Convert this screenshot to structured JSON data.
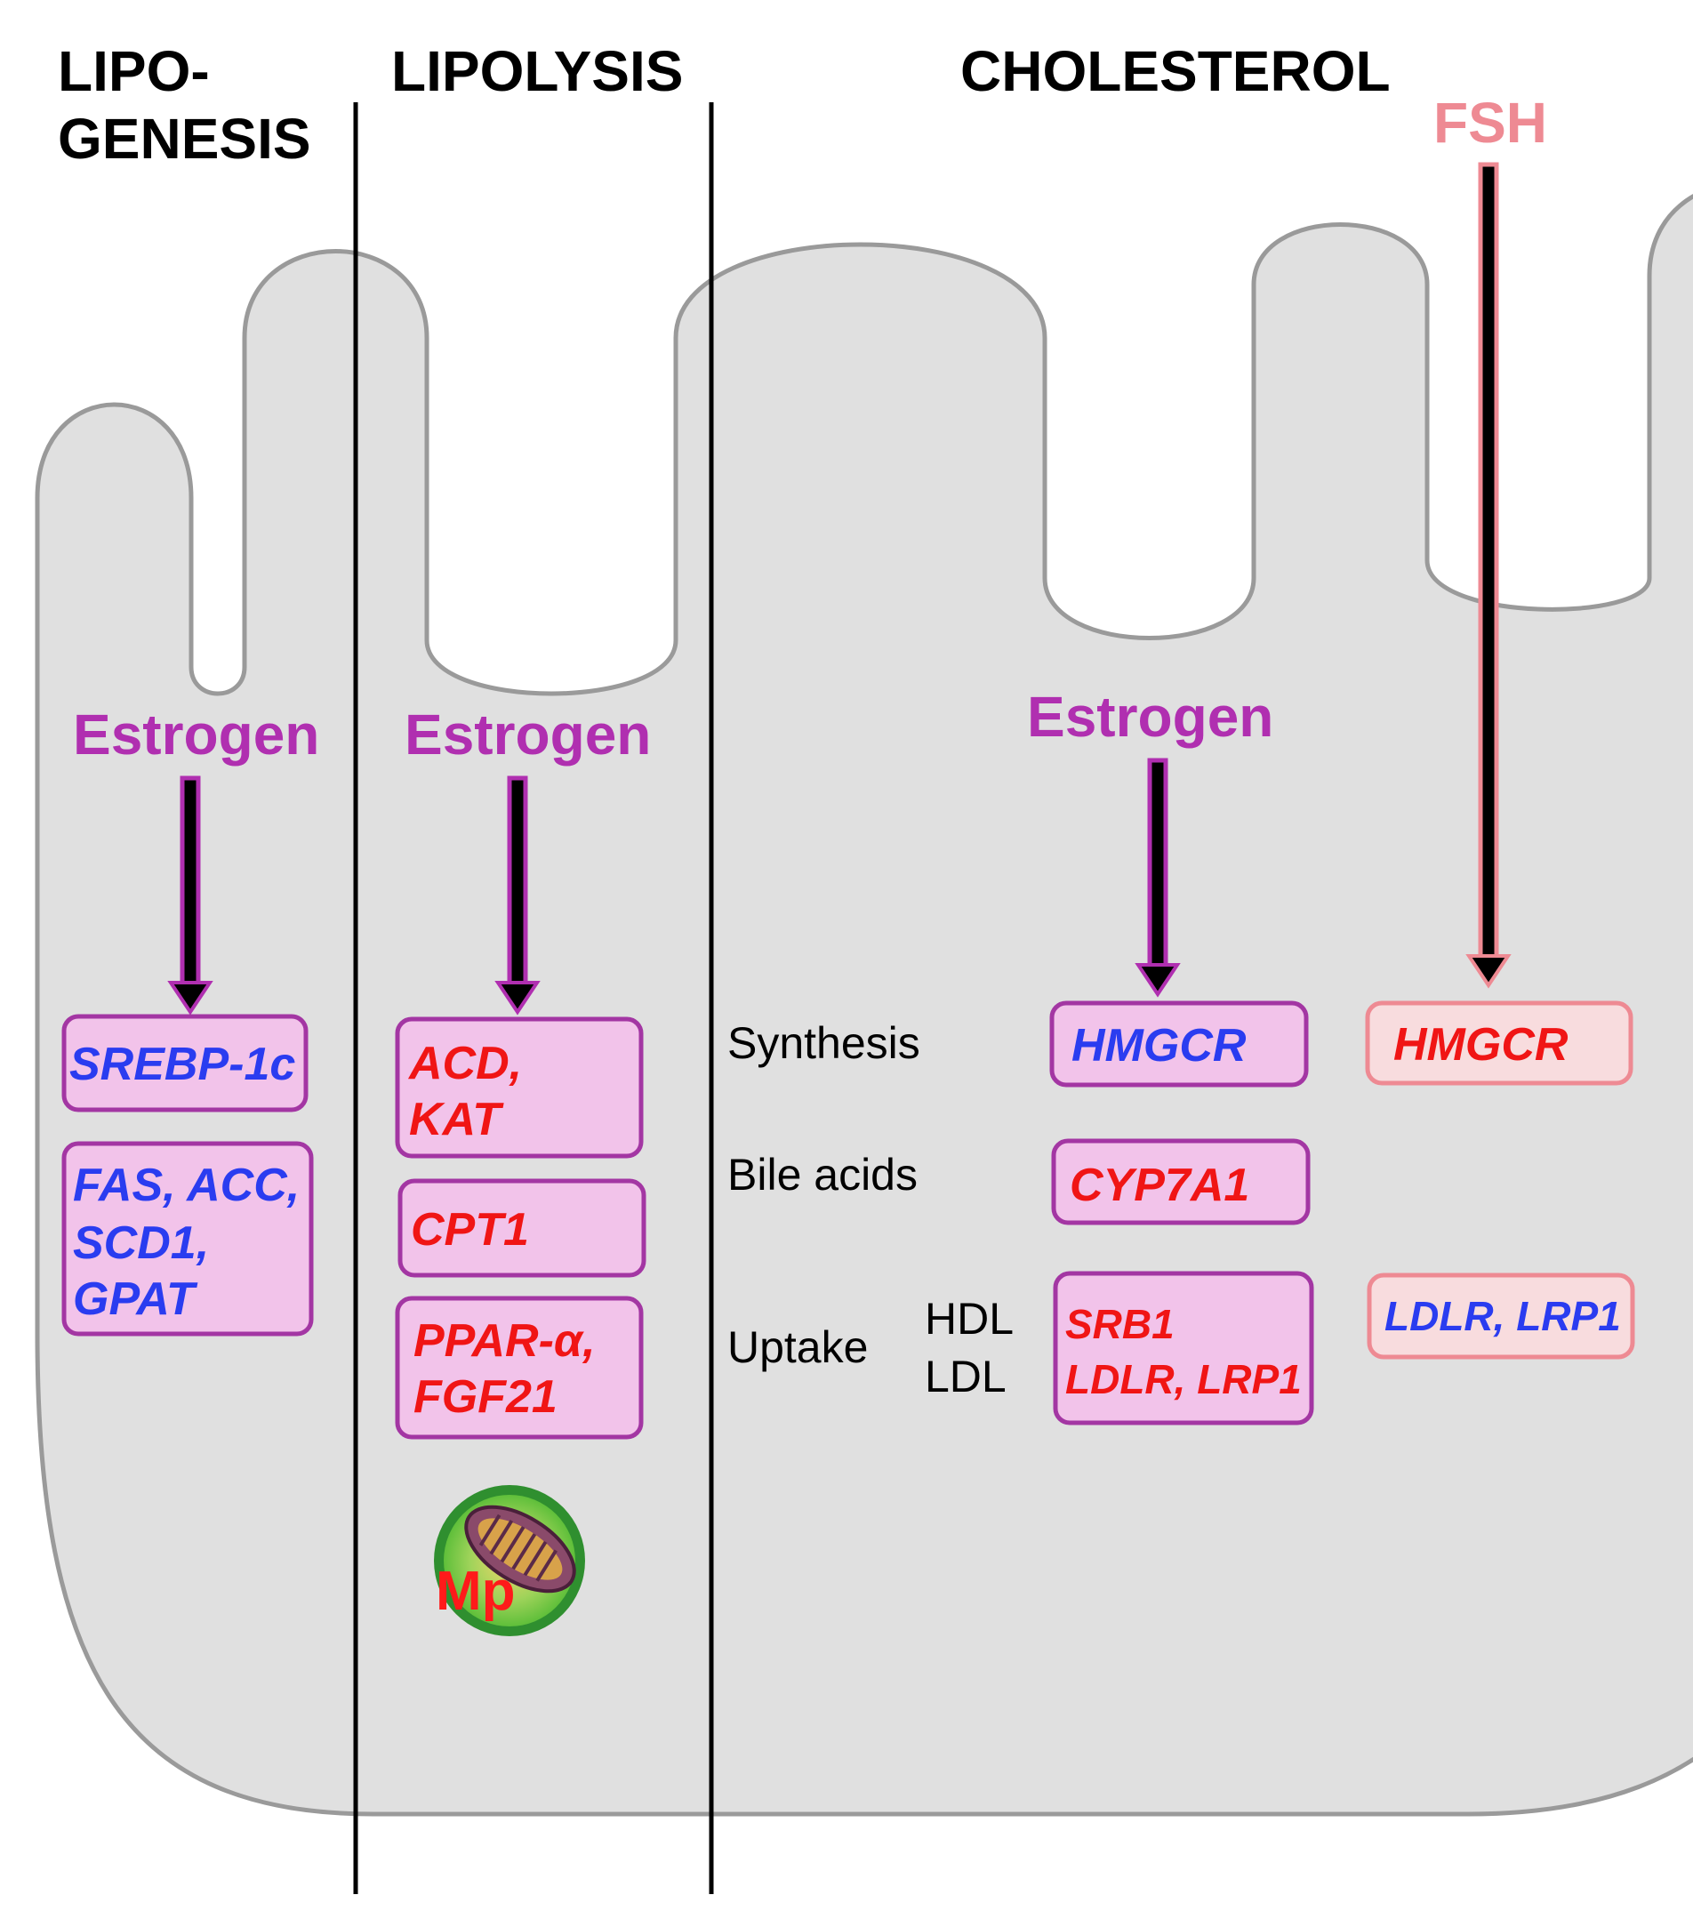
{
  "sections": {
    "lipogenesis_line1": "LIPO-",
    "lipogenesis_line2": "GENESIS",
    "lipolysis": "LIPOLYSIS",
    "cholesterol": "CHOLESTEROL"
  },
  "regulators": {
    "estrogen_lipogenesis": "Estrogen",
    "estrogen_lipolysis": "Estrogen",
    "estrogen_cholesterol": "Estrogen",
    "fsh": "FSH"
  },
  "lipogenesis_genes": {
    "box1": "SREBP-1c",
    "box2_line1": "FAS, ACC,",
    "box2_line2": "SCD1,",
    "box2_line3": "GPAT"
  },
  "lipolysis_genes": {
    "box1_line1": "ACD,",
    "box1_line2": "KAT",
    "box2": "CPT1",
    "box3_line1": "PPAR-α,",
    "box3_line2": "FGF21"
  },
  "cholesterol_rows": {
    "synthesis": "Synthesis",
    "bile_acids": "Bile acids",
    "uptake": "Uptake",
    "hdl": "HDL",
    "ldl": "LDL"
  },
  "cholesterol_estrogen_genes": {
    "synthesis": "HMGCR",
    "bile_acids": "CYP7A1",
    "uptake_line1": "SRB1",
    "uptake_line2": "LDLR, LRP1"
  },
  "cholesterol_fsh_genes": {
    "synthesis": "HMGCR",
    "uptake": "LDLR, LRP1"
  },
  "mitochondrion_label": "Mp",
  "colors": {
    "cell_fill": "#e0e0e0",
    "cell_stroke": "#9a9a9a",
    "estrogen": "#b02fb0",
    "fsh": "#ee8a93",
    "box_fill": "#f2c3ea",
    "box_stroke": "#a336a3",
    "fsh_box_fill": "#f8dcde",
    "fsh_box_stroke": "#ee8a93",
    "downregulated_gene": "#2a3cf0",
    "upregulated_gene": "#f01515"
  },
  "gene_regulation": {
    "SREBP-1c": "down",
    "FAS, ACC, SCD1, GPAT": "down",
    "ACD, KAT": "up",
    "CPT1": "up",
    "PPAR-α, FGF21": "up",
    "HMGCR (estrogen)": "down",
    "CYP7A1": "up",
    "SRB1, LDLR, LRP1": "up",
    "HMGCR (FSH)": "up",
    "LDLR, LRP1 (FSH)": "down"
  }
}
